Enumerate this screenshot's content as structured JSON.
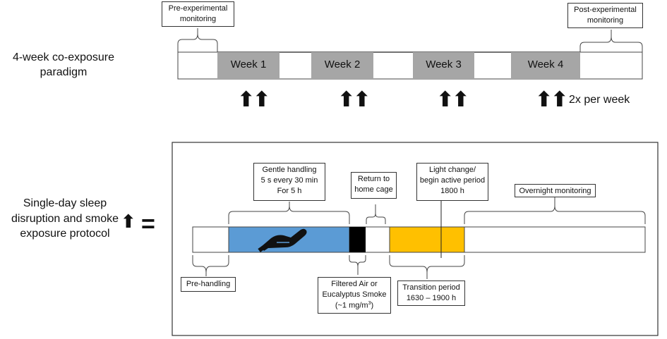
{
  "paradigm": {
    "label": "4-week co-exposure paradigm",
    "pre_monitoring": "Pre-experimental monitoring",
    "post_monitoring": "Post-experimental monitoring",
    "weeks": [
      "Week 1",
      "Week 2",
      "Week 3",
      "Week 4"
    ],
    "frequency": "2x per week",
    "double_arrow_glyph": "⬆⬆"
  },
  "protocol": {
    "label": "Single-day sleep disruption and smoke exposure protocol",
    "arrow_glyph": "⬆",
    "equals": "=",
    "gentle_handling": [
      "Gentle handling",
      "5 s every 30 min",
      "For 5 h"
    ],
    "return_home": [
      "Return to",
      "home cage"
    ],
    "light_change": [
      "Light change/",
      "begin active period",
      "1800 h"
    ],
    "overnight": "Overnight monitoring",
    "pre_handling": "Pre-handling",
    "exposure": [
      "Filtered Air or",
      "Eucalyptus Smoke",
      "(~1 mg/m",
      "3",
      ")"
    ],
    "transition": [
      "Transition period",
      "1630 – 1900 h"
    ]
  },
  "colors": {
    "week_fill": "#a6a6a6",
    "handling_fill": "#5b9bd5",
    "exposure_fill": "#000000",
    "transition_fill": "#ffc000"
  }
}
